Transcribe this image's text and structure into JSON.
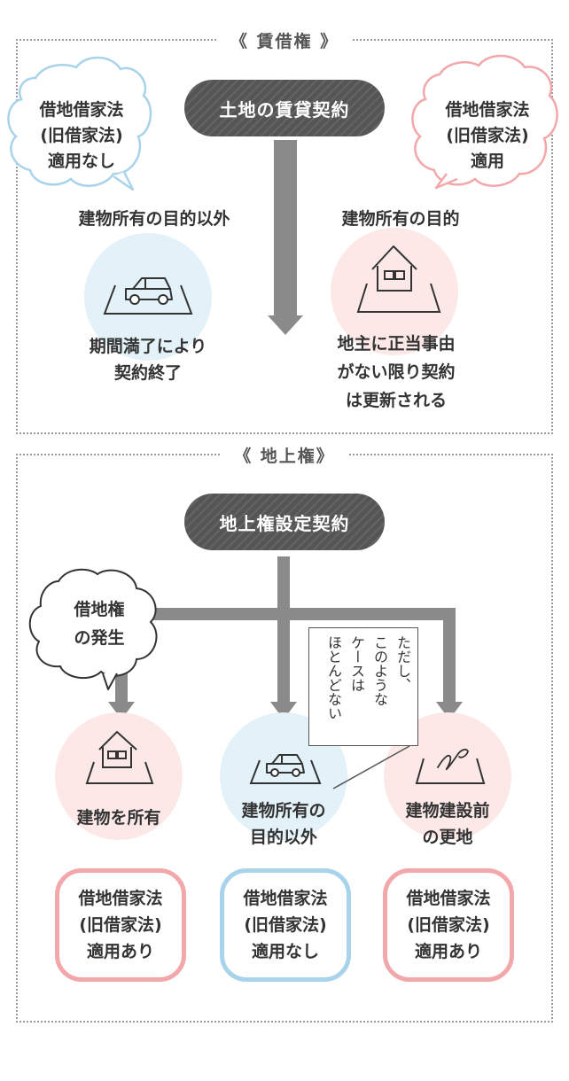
{
  "lease": {
    "title": "《 賃借権 》",
    "contract": "土地の賃貸契約",
    "left_cloud": [
      "借地借家法",
      "(旧借家法)",
      "適用なし"
    ],
    "right_cloud": [
      "借地借家法",
      "(旧借家法)",
      "適用"
    ],
    "left_heading": "建物所有の目的以外",
    "right_heading": "建物所有の目的",
    "left_result": [
      "期間満了により",
      "契約終了"
    ],
    "right_result": [
      "地主に正当事由",
      "がない限り契約",
      "は更新される"
    ]
  },
  "superficies": {
    "title": "《 地上権》",
    "contract": "地上権設定契約",
    "cloud": [
      "借地権",
      "の発生"
    ],
    "note": [
      "ただし、",
      "このような",
      "ケースは",
      "ほとんどない"
    ],
    "cases": [
      {
        "label": [
          "建物を所有"
        ],
        "result": [
          "借地借家法",
          "(旧借家法)",
          "適用あり"
        ]
      },
      {
        "label": [
          "建物所有の",
          "目的以外"
        ],
        "result": [
          "借地借家法",
          "(旧借家法)",
          "適用なし"
        ]
      },
      {
        "label": [
          "建物建設前",
          "の更地"
        ],
        "result": [
          "借地借家法",
          "(旧借家法)",
          "適用あり"
        ]
      }
    ]
  },
  "colors": {
    "pill": "#555555",
    "arrow": "#8a8a8a",
    "blue": "#a8d3ea",
    "pink": "#f2a8aa",
    "blue_fill": "#e3f1f8",
    "pink_fill": "#fde8e8"
  },
  "icons": [
    "car-icon",
    "house-icon",
    "signature-icon"
  ]
}
